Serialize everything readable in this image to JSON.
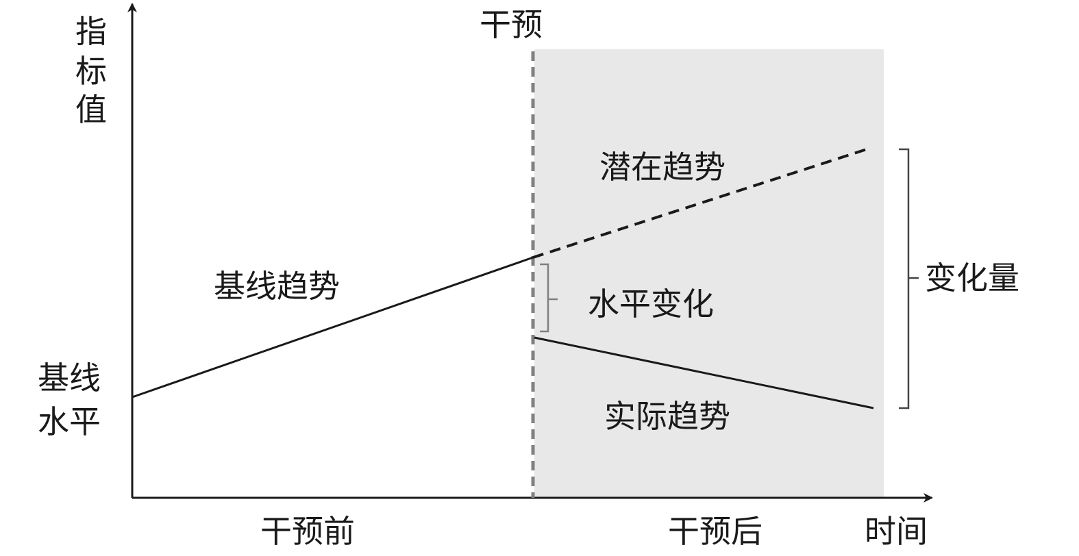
{
  "title": "Interrupted time series diagram",
  "labels": {
    "y_axis": [
      "指",
      "标",
      "值"
    ],
    "x_axis": "时间",
    "intervention": "干预",
    "pre_intervention": "干预前",
    "post_intervention": "干预后",
    "baseline_level": [
      "基线",
      "水平"
    ],
    "baseline_trend": "基线趋势",
    "potential_trend": "潜在趋势",
    "actual_trend": "实际趋势",
    "level_change": "水平变化",
    "change_amount": "变化量"
  },
  "colors": {
    "shade": "#e8e8e8",
    "line": "#1a1a1a",
    "dashed_divider": "#808080",
    "bracket": "#808080"
  }
}
